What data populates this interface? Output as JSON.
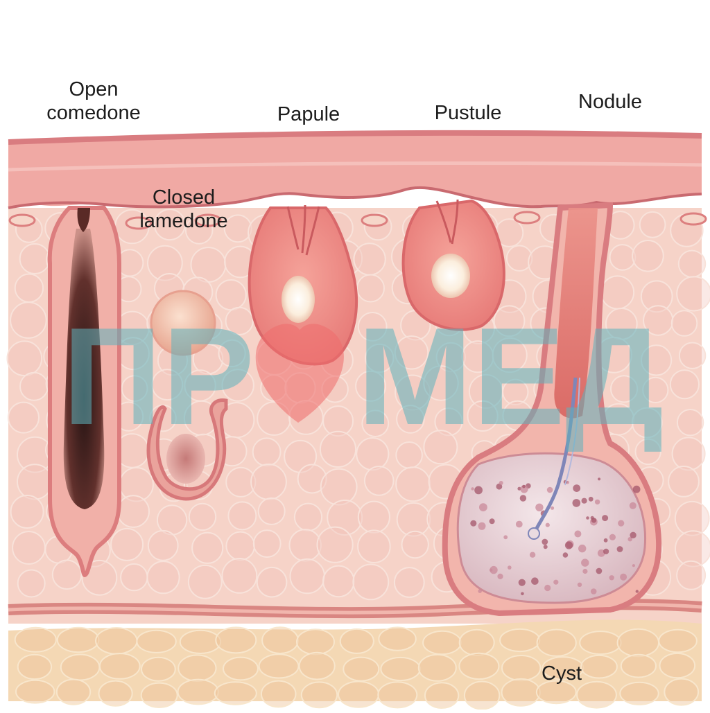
{
  "labels": {
    "open_comedone": [
      "Open",
      "comedone"
    ],
    "closed_comedone": [
      "Closed",
      "lamedone"
    ],
    "papule": "Papule",
    "pustule": "Pustule",
    "nodule": "Nodule",
    "cyst": "Cyst"
  },
  "watermark": {
    "left_text": "ПР",
    "right_text": "МЕД",
    "text_color": "#5fb3bd",
    "heart_color": "#ef6b6b"
  },
  "colors": {
    "epidermis": "#f0a9a4",
    "epidermis_dark": "#dc7f7f",
    "dermis": "#f6d3c8",
    "cells": "#f2c1b7",
    "fat": "#f4d8b4",
    "fat_cells": "#eec49a",
    "follicle_wall": "#e48c8c",
    "inflamed": "#ee8c86",
    "pus": "#fdf6ec",
    "plug": "#3a1b1b",
    "cyst_fill": "#ead7dc",
    "vessel": "#8c8fc1"
  }
}
